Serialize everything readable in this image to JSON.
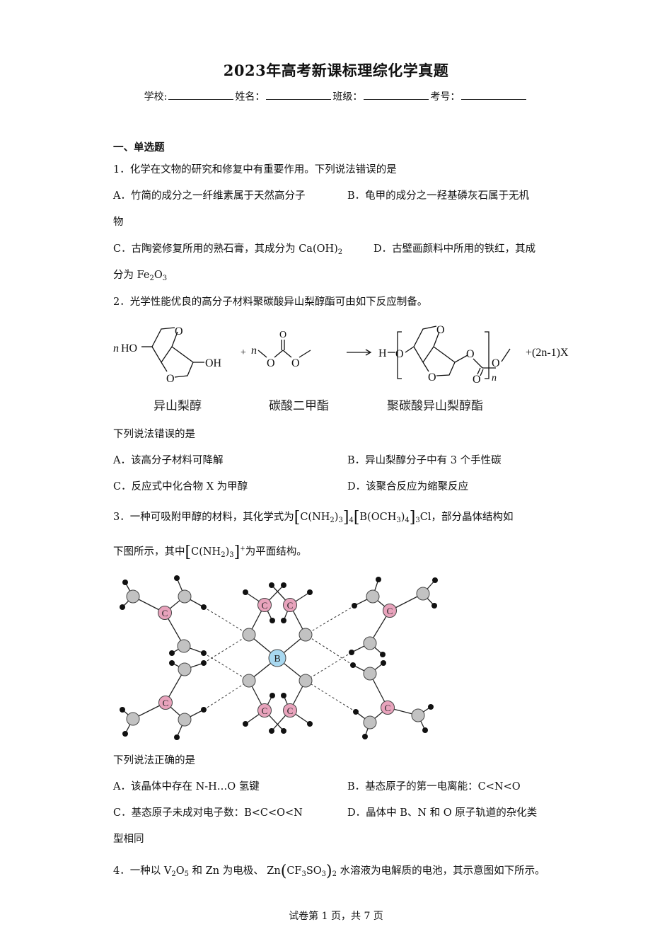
{
  "header": {
    "title": "2023年高考新课标理综化学真题",
    "fields": {
      "school": "学校:",
      "name": "姓名：",
      "class": "班级：",
      "exam_no": "考号："
    }
  },
  "section": {
    "title": "一、单选题"
  },
  "questions": [
    {
      "stem": "1．化学在文物的研究和修复中有重要作用。下列说法错误的是",
      "options": {
        "A": "A．竹简的成分之一纤维素属于天然高分子",
        "B_line1": "B．龟甲的成分之一羟基磷灰石属于无机",
        "B_line2": "物",
        "C_prefix": "C．古陶瓷修复所用的熟石膏，其成分为 Ca(OH)",
        "C_sub": "2",
        "D_line1": "D．古壁画颜料中所用的铁红，其成",
        "D_line2_prefix": "分为 Fe",
        "D_sub1": "2",
        "D_mid": "O",
        "D_sub2": "3"
      }
    },
    {
      "stem": "2．光学性能优良的高分子材料聚碳酸异山梨醇酯可由如下反应制备。",
      "scheme": {
        "reactant1_prefix": "n",
        "reactant1_ho": "HO",
        "reactant1_oh": "OH",
        "plus": "+",
        "reactant2_prefix": "n",
        "product_h": "H",
        "product_n": "n",
        "byproduct": "+(2n-1)X",
        "atom_o": "O",
        "label1": "异山梨醇",
        "label2": "碳酸二甲酯",
        "label3": "聚碳酸异山梨醇酯"
      },
      "prompt": "下列说法错误的是",
      "options": {
        "A": "A．该高分子材料可降解",
        "B": "B．异山梨醇分子中有 3 个手性碳",
        "C": "C．反应式中化合物 X 为甲醇",
        "D": "D．该聚合反应为缩聚反应"
      }
    },
    {
      "stem_part1": "3．一种可吸附甲醇的材料，其化学式为",
      "formula": {
        "c_part": "C(NH",
        "c_sub2": "2",
        "c_close": ")",
        "c_sub3": "3",
        "c_sub4": "4",
        "b_part": "B(OCH",
        "b_sub3": "3",
        "b_close": ")",
        "b_sub4": "4",
        "b_sub_outer": "3",
        "cl": "Cl"
      },
      "stem_part2": "，部分晶体结构如",
      "stem_line2_prefix": "下图所示，其中",
      "ion_charge": "+",
      "stem_line2_suffix": "为平面结构。",
      "diagram": {
        "carbon_label": "C",
        "boron_label": "B",
        "colors": {
          "carbon": "#e8a3bc",
          "boron": "#a8d8f0",
          "n_or_o": "#c2c2c2",
          "hydrogen": "#111111"
        }
      },
      "prompt": "下列说法正确的是",
      "options": {
        "A": "A．该晶体中存在 N-H…O 氢键",
        "B": "B．基态原子的第一电离能：C<N<O",
        "C": "C．基态原子未成对电子数：B<C<O<N",
        "D_line1": "D．晶体中 B、N 和 O 原子轨道的杂化类",
        "D_line2": "型相同"
      }
    },
    {
      "stem_prefix": "4．一种以 V",
      "v_sub": "2",
      "o": "O",
      "o_sub": "5",
      "mid": " 和 Zn 为电极、 Zn",
      "cf": "CF",
      "cf_sub": "3",
      "so": "SO",
      "so_sub": "3",
      "paren_sub": "2",
      "suffix": " 水溶液为电解质的电池，其示意图如下所示。"
    }
  ],
  "footer": {
    "page_text": "试卷第 1 页，共 7 页"
  }
}
